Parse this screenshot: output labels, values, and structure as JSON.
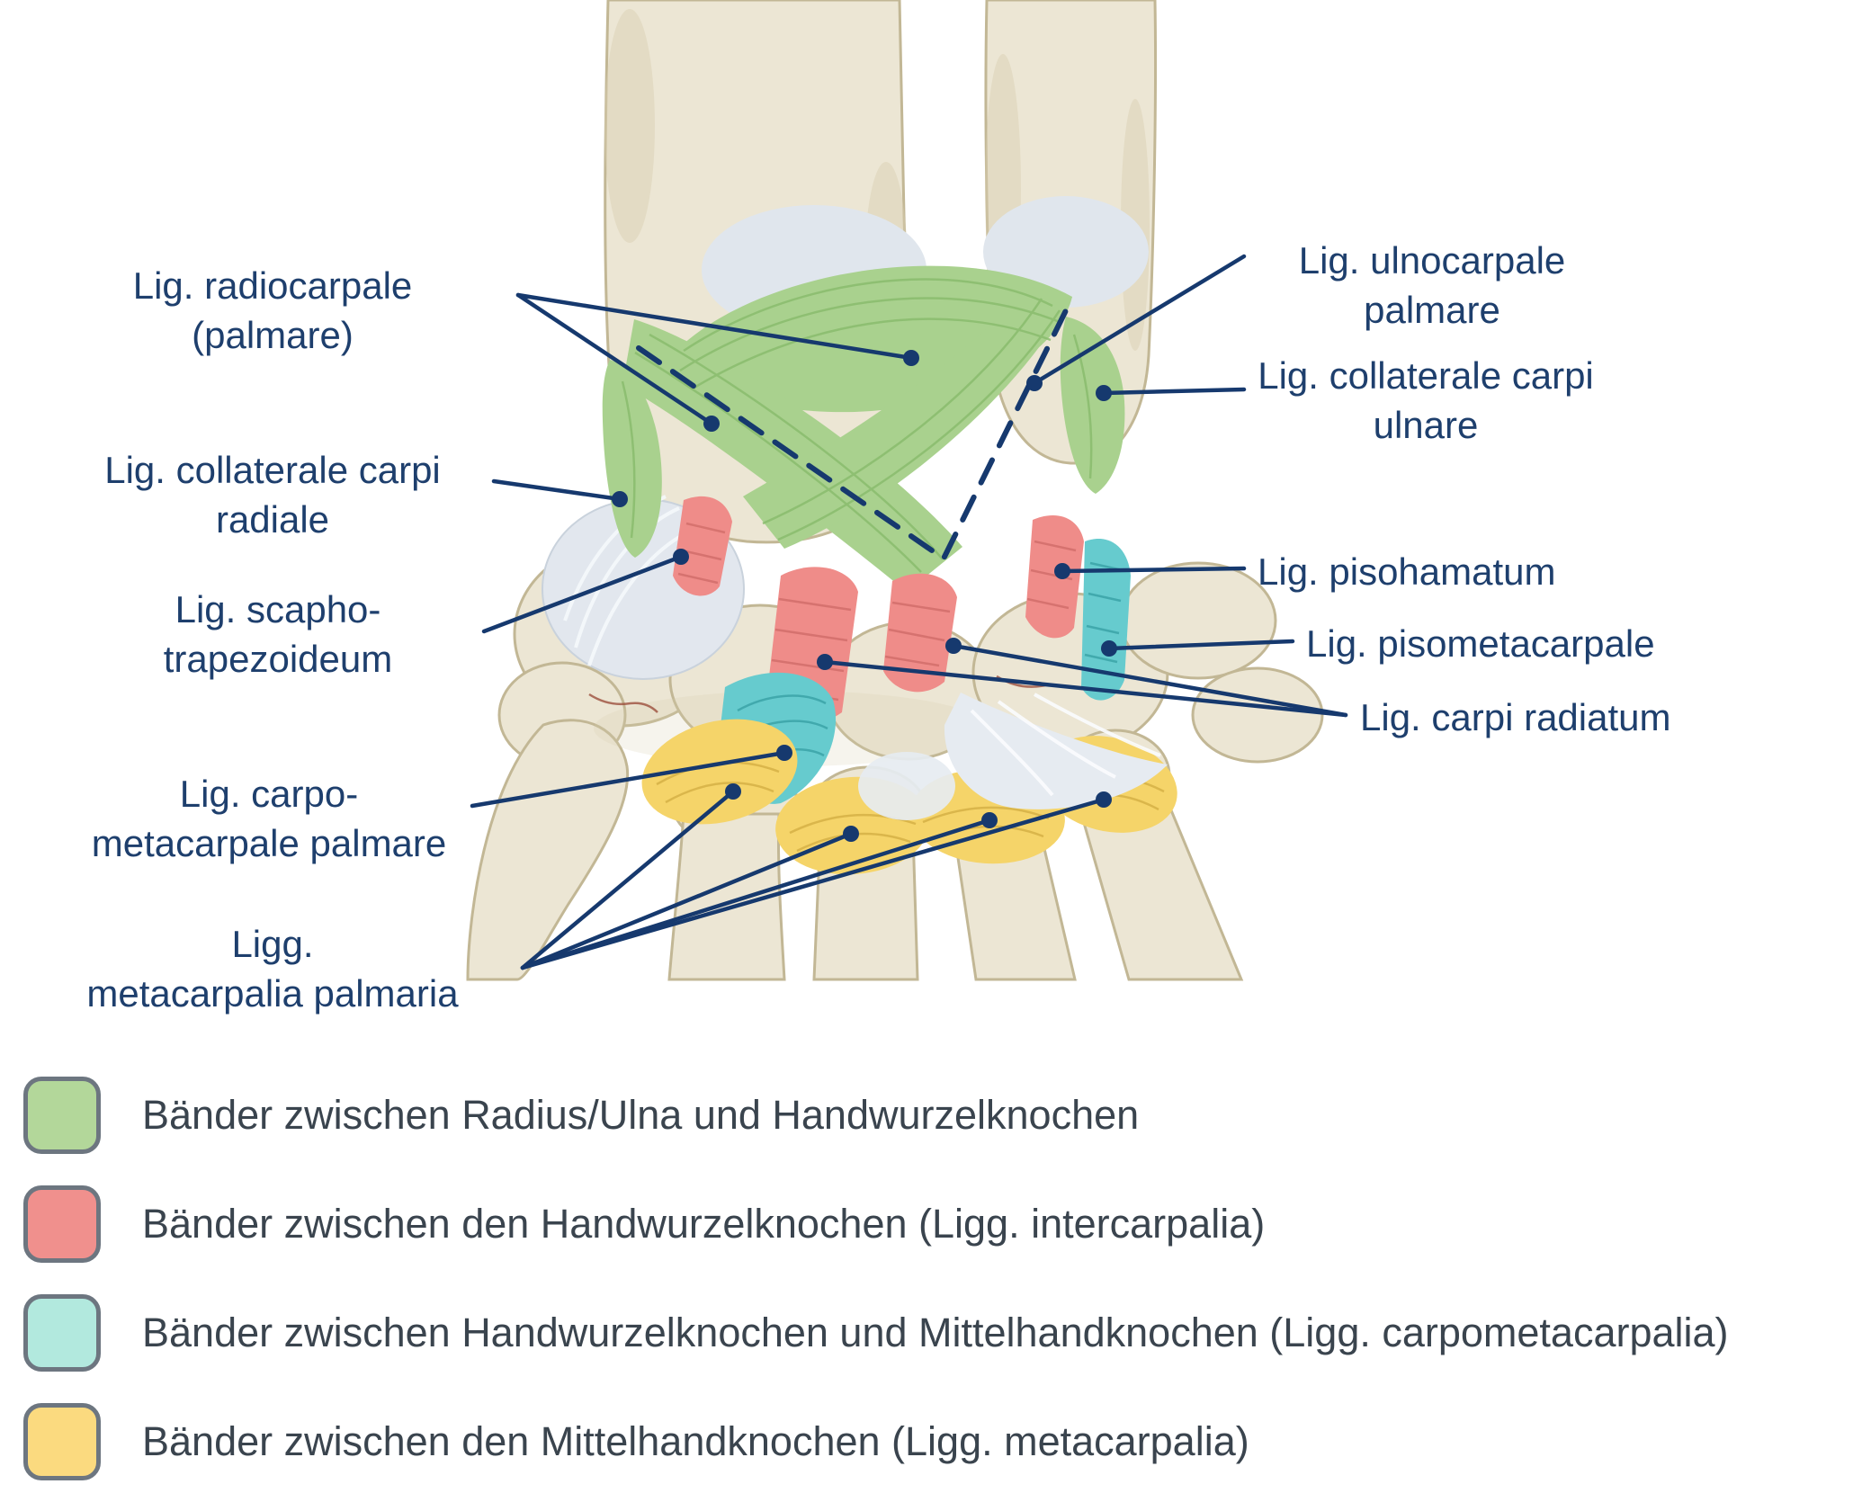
{
  "colors": {
    "navy": "#16396e",
    "label_text": "#1e3f6d",
    "legend_text": "#3a444e",
    "ligament_green": "#a9d18e",
    "ligament_red": "#ef8c89",
    "ligament_cyan": "#66cbce",
    "ligament_yellow": "#f5d469",
    "bone": "#ece6d4"
  },
  "annotations": {
    "left": [
      {
        "id": "radiocarpale",
        "text": "Lig. radiocarpale\n(palmare)"
      },
      {
        "id": "collaterale-radiale",
        "text": "Lig. collaterale carpi\nradiale"
      },
      {
        "id": "scaphotrapezoideum",
        "text": "Lig. scapho-\ntrapezoideum"
      },
      {
        "id": "carpometacarpale",
        "text": "Lig. carpo-\nmetacarpale palmare"
      },
      {
        "id": "metacarpalia-palmaria",
        "text": "Ligg.\nmetacarpalia palmaria"
      }
    ],
    "right": [
      {
        "id": "ulnocarpale",
        "text": "Lig. ulnocarpale\npalmare"
      },
      {
        "id": "collaterale-ulnare",
        "text": "Lig. collaterale carpi\nulnare"
      },
      {
        "id": "pisohamatum",
        "text": "Lig. pisohamatum"
      },
      {
        "id": "pisometacarpale",
        "text": "Lig. pisometacarpale"
      },
      {
        "id": "carpi-radiatum",
        "text": "Lig. carpi radiatum"
      }
    ]
  },
  "legend": {
    "items": [
      {
        "color": "#b3d79a",
        "label": "Bänder zwischen Radius/Ulna und Handwurzelknochen"
      },
      {
        "color": "#f0908d",
        "label": "Bänder zwischen den Handwurzelknochen (Ligg. intercarpalia)"
      },
      {
        "color": "#b2e9de",
        "label": "Bänder zwischen Handwurzelknochen und Mittelhandknochen (Ligg. carpometacarpalia)"
      },
      {
        "color": "#fbda7f",
        "label": "Bänder zwischen den Mittelhandknochen (Ligg. metacarpalia)"
      }
    ]
  }
}
